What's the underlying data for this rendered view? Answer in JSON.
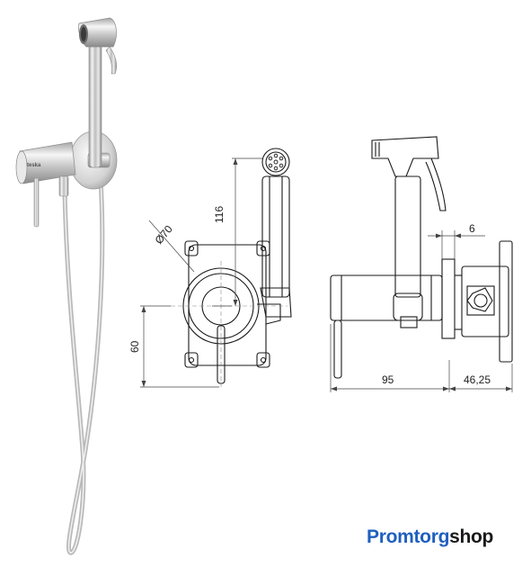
{
  "product": {
    "brand_mark": "teska"
  },
  "dimensions": {
    "diameter": "Ø70",
    "height_116": "116",
    "height_60": "60",
    "width_95": "95",
    "depth_6": "6",
    "depth_46_25": "46,25"
  },
  "watermark": {
    "part1": "Promtorg",
    "part2": "shop"
  },
  "colors": {
    "line": "#1a1a1a",
    "brand_blue": "#1f5fbf"
  }
}
